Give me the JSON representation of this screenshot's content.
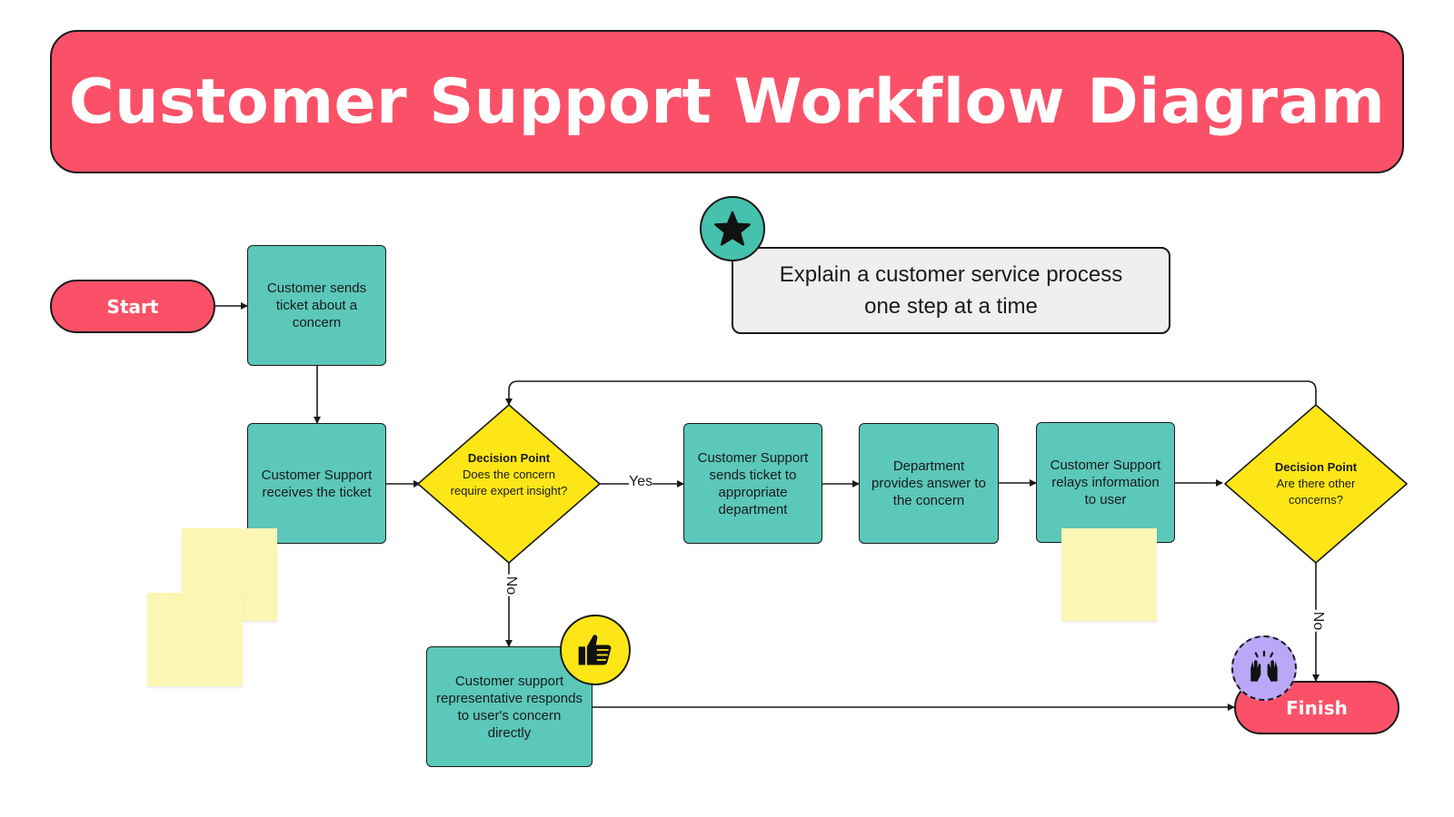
{
  "title": "Customer Support Workflow Diagram",
  "callout": {
    "line1": "Explain a customer service process",
    "line2": "one step at a time",
    "icon": "star-icon"
  },
  "nodes": {
    "start": "Start",
    "finish": "Finish",
    "sends_ticket": "Customer sends ticket about a concern",
    "receives_ticket": "Customer Support receives the ticket",
    "decision1": {
      "heading": "Decision Point",
      "question": "Does the concern require expert insight?"
    },
    "sends_to_department": "Customer Support sends ticket to appropriate department",
    "department_answer": "Department provides answer to the concern",
    "relays_info": "Customer Support relays information to user",
    "decision2": {
      "heading": "Decision Point",
      "question": "Are there other concerns?"
    },
    "responds_directly": "Customer support representative responds to user's concern directly"
  },
  "edge_labels": {
    "yes": "Yes",
    "no_left": "No",
    "no_right": "No"
  },
  "icons": {
    "thumbs": "thumbs-up-icon",
    "celebrate": "raised-hands-icon",
    "star": "star-icon"
  },
  "colors": {
    "banner": "#fb5168",
    "process": "#5bc8b9",
    "decision": "#fde617",
    "sticky_note": "#fbf6b4",
    "callout": "#efefef",
    "badge_green": "#45c2ad",
    "badge_yellow": "#fde617",
    "badge_purple": "#b9a8f7"
  }
}
